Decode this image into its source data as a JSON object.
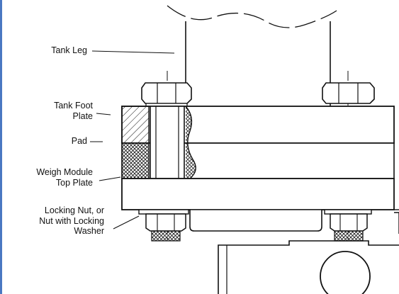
{
  "labels": {
    "tank_leg": "Tank Leg",
    "tank_foot_plate_1": "Tank Foot",
    "tank_foot_plate_2": "Plate",
    "pad": "Pad",
    "weigh_module_top_plate_1": "Weigh Module",
    "weigh_module_top_plate_2": "Top Plate",
    "locking_nut_1": "Locking Nut, or",
    "locking_nut_2": "Nut with Locking",
    "locking_nut_3": "Washer"
  },
  "colors": {
    "accent_rule": "#4a78c2",
    "line": "#111111"
  }
}
